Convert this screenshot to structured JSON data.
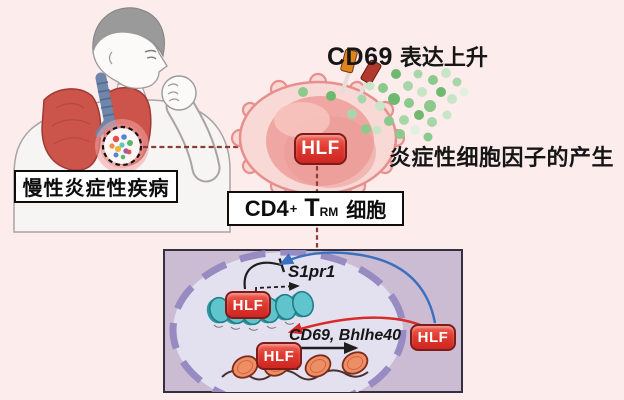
{
  "figure": {
    "background": "#fdecec",
    "disease_label": "慢性炎症性疾病",
    "cd69_heading": {
      "gene": "CD69",
      "text": "表达上升"
    },
    "cytokine_label": "炎症性细胞因子的产生",
    "cell_box": {
      "cd4": "CD4",
      "cd4_sup": "+",
      "t": "T",
      "t_sub": "RM",
      "suffix": "细胞"
    },
    "hlf_label": "HLF",
    "nucleus_panel": {
      "repressed_gene": "S1pr1",
      "activated_genes": "CD69, Bhlhe40"
    },
    "colors": {
      "hlf_red": "#d92b26",
      "hlf_border": "#7c1d19",
      "activation_arrow_red": "#d92b28",
      "nuclear_entry_arrow_blue": "#3b6fc0",
      "repression_arrow_black": "#1e1e1e",
      "panel_background": "#cbbcd4",
      "nucleus_fill": "#e3e1f0",
      "nucleus_border": "#978bc2",
      "closed_chromatin_teal": "#60c4cc",
      "open_chromatin_orange": "#ee8e65",
      "cytokine_green": "#8cc98c",
      "connector_dash_red": "#8a3c38",
      "lung_red": "#cc544b",
      "trachea_blue": "#6e86aa"
    },
    "icons": {
      "patient": "coughing-person-with-inflamed-lung",
      "inflamed_site": "dashed-circle-with-pathogens",
      "trm_cell": "pink-t-cell-blob",
      "receptors": "cd69-surface-receptor-pins",
      "cytokines": "green-dot-cluster",
      "closed_chromatin": "teal-nucleosome-discs",
      "open_chromatin": "orange-nucleosome-discs-on-dna"
    }
  }
}
